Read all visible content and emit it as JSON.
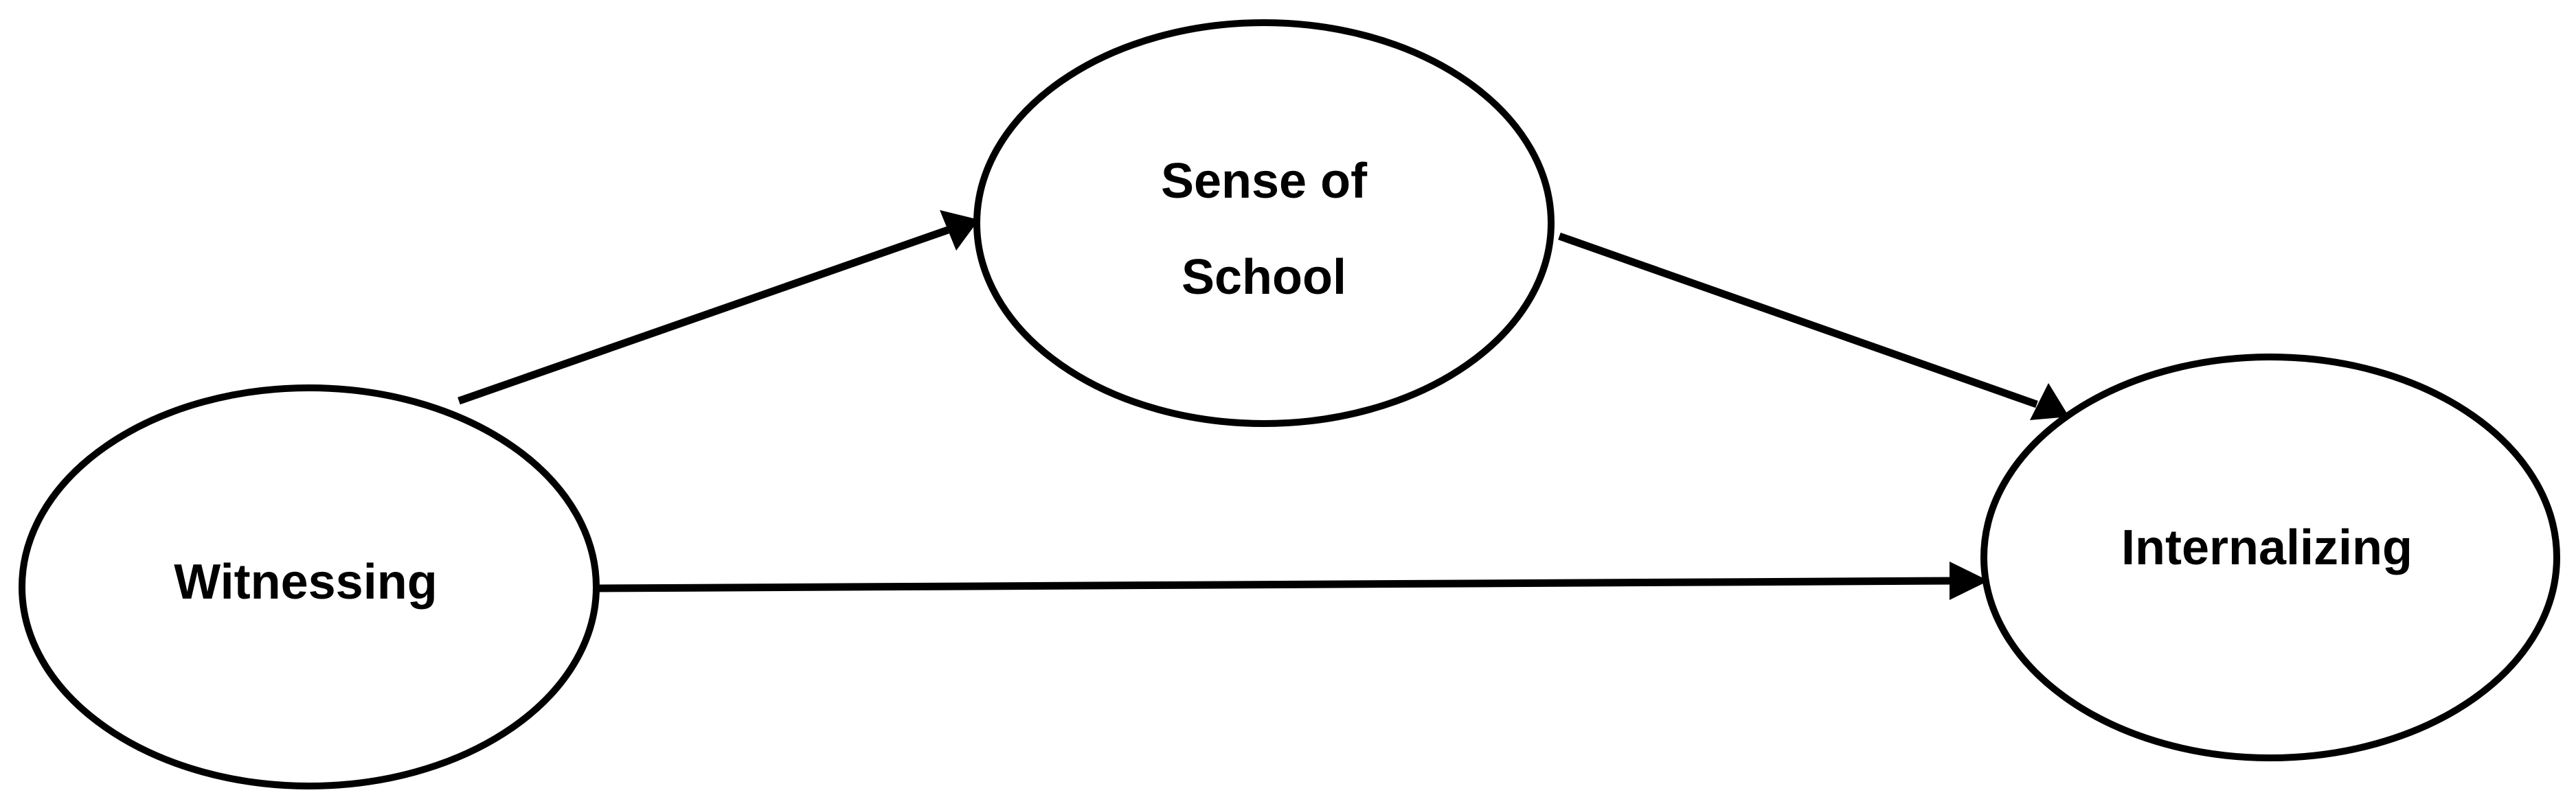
{
  "diagram": {
    "nodes": {
      "witnessing": {
        "label": "Witnessing"
      },
      "sense_of_school": {
        "line1": "Sense of",
        "line2": "School"
      },
      "internalizing": {
        "label": "Internalizing"
      }
    },
    "edges": [
      {
        "from": "Witnessing",
        "to": "Sense of School"
      },
      {
        "from": "Sense of School",
        "to": "Internalizing"
      },
      {
        "from": "Witnessing",
        "to": "Internalizing"
      }
    ],
    "colors": {
      "stroke": "#000000",
      "fill": "#ffffff",
      "text": "#000000"
    }
  }
}
